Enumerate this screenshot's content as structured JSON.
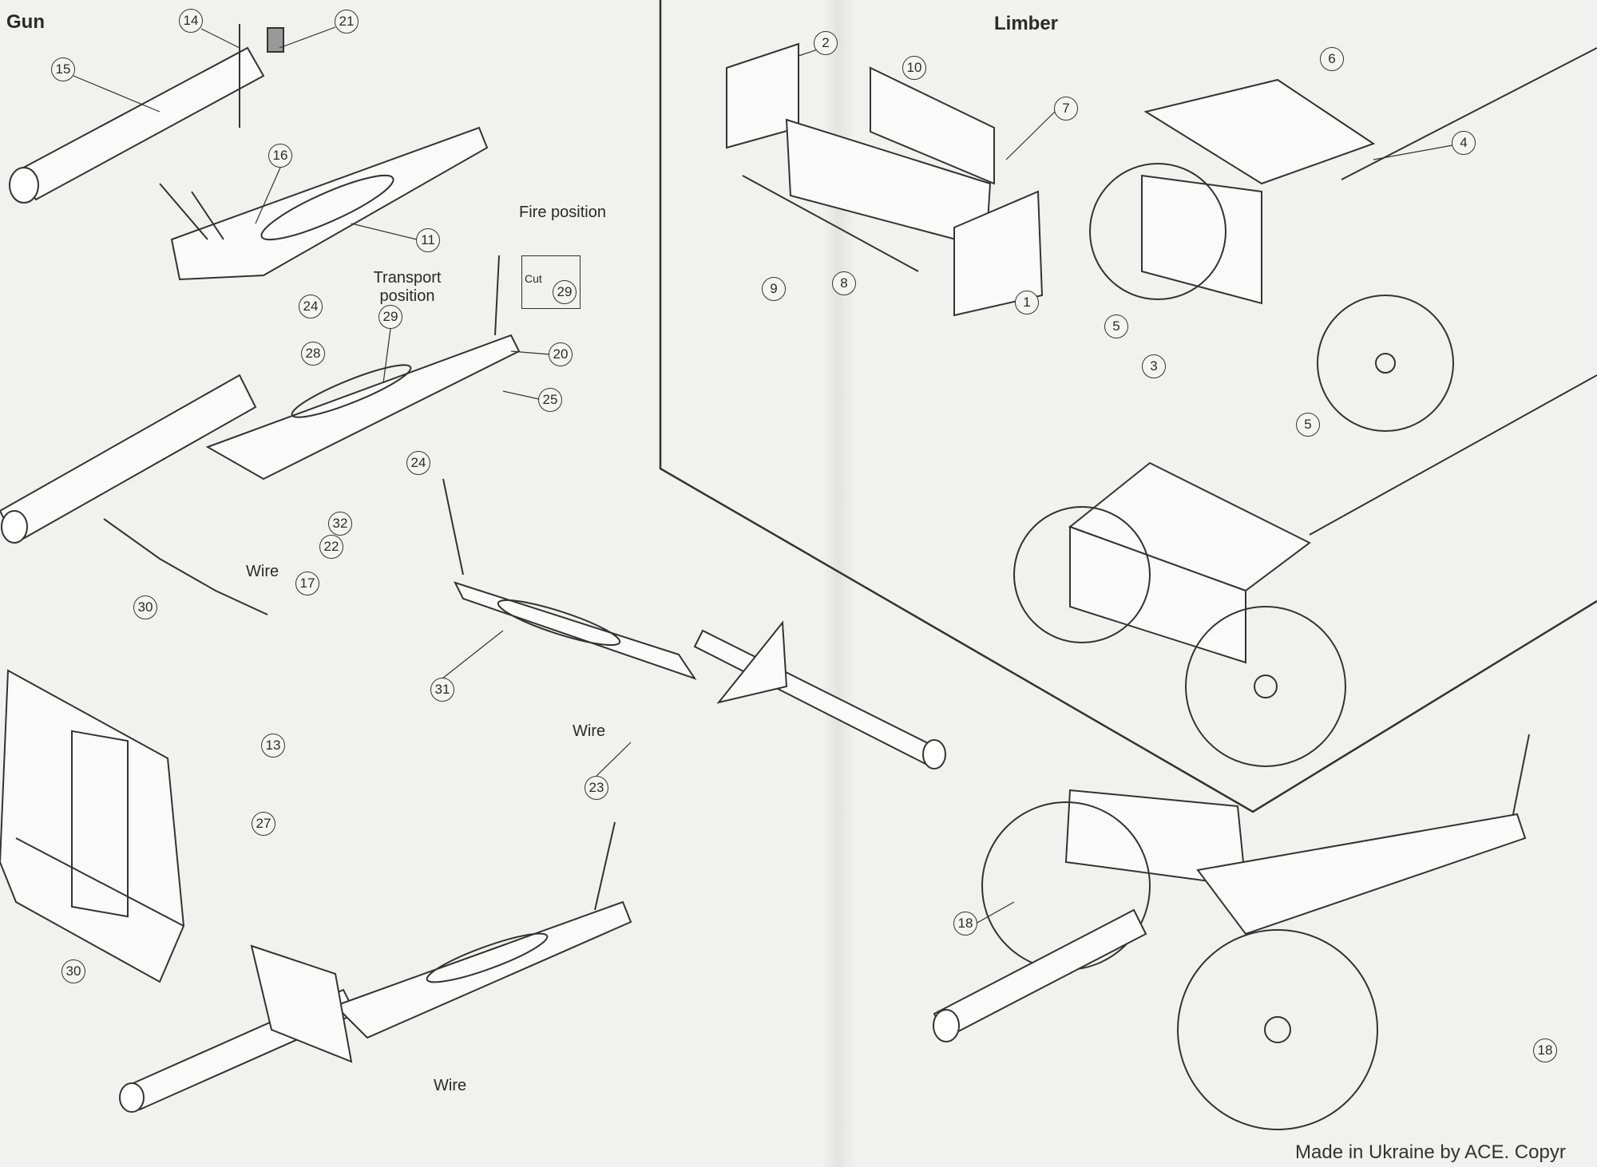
{
  "sections": {
    "gun_title": "Gun",
    "limber_title": "Limber"
  },
  "gun_callouts": [
    "14",
    "21",
    "15",
    "16",
    "11",
    "29",
    "24",
    "28",
    "20",
    "25",
    "24",
    "32",
    "22",
    "17",
    "30",
    "31",
    "23",
    "13",
    "27",
    "30",
    "29"
  ],
  "limber_callouts": [
    "2",
    "10",
    "7",
    "9",
    "8",
    "1",
    "6",
    "4",
    "5",
    "3",
    "5",
    "18",
    "18"
  ],
  "notes": {
    "fire_position": "Fire position",
    "transport_position": "Transport position",
    "cut": "Cut",
    "wire_1": "Wire",
    "wire_2": "Wire",
    "wire_3": "Wire"
  },
  "footer": "Made in Ukraine by ACE. Copyr"
}
